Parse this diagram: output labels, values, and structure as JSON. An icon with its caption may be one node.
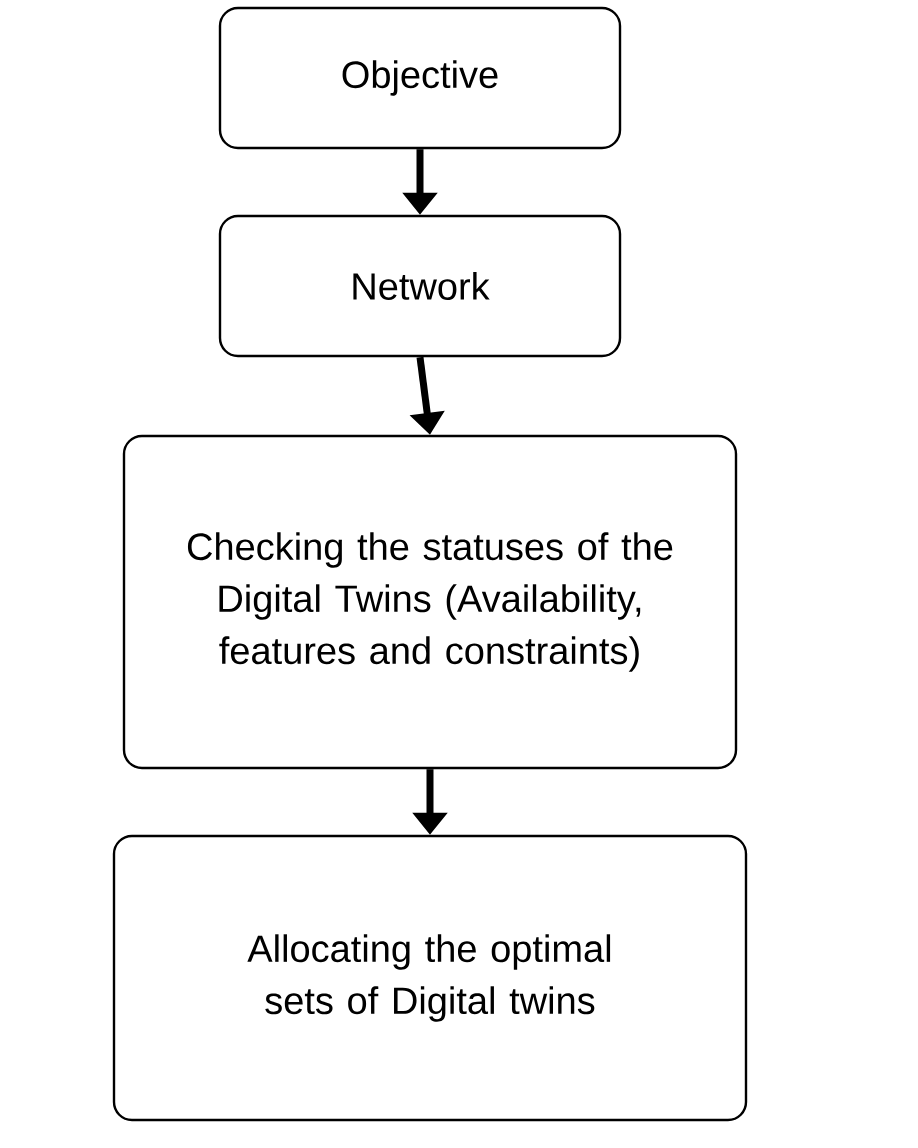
{
  "diagram": {
    "nodes": [
      {
        "text": [
          "Objective"
        ]
      },
      {
        "text": [
          "Network"
        ]
      },
      {
        "text": [
          "Checking the statuses of the Digital Twins (Availability, features and constraints)"
        ]
      },
      {
        "text": [
          "Allocating the optimal sets of Digital twins"
        ]
      }
    ],
    "edges": [
      {
        "from": 0,
        "to": 1,
        "arrow": "to"
      },
      {
        "from": 1,
        "to": 2,
        "arrow": "to"
      },
      {
        "from": 2,
        "to": 3,
        "arrow": "to"
      }
    ]
  }
}
